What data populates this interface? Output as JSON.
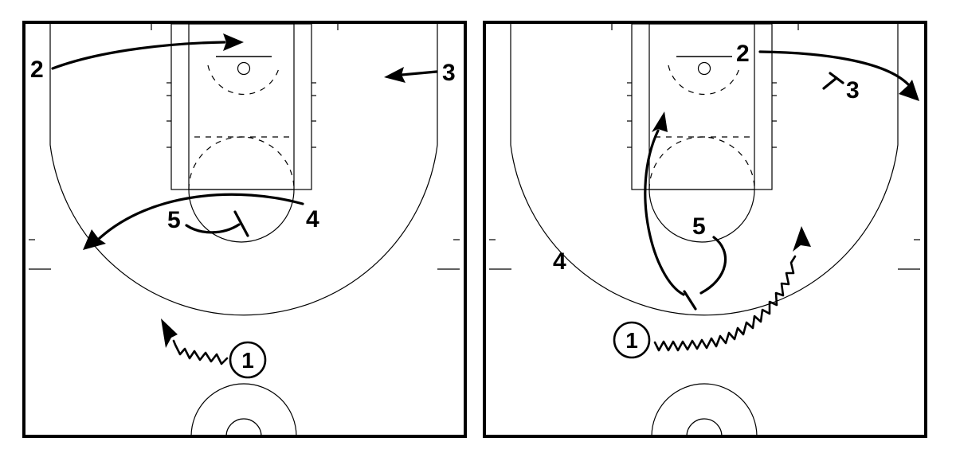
{
  "diagrams": [
    {
      "players": {
        "p1": "1",
        "p2": "2",
        "p3": "3",
        "p4": "4",
        "p5": "5"
      }
    },
    {
      "players": {
        "p1": "1",
        "p2": "2",
        "p3": "3",
        "p4": "4",
        "p5": "5"
      }
    }
  ]
}
